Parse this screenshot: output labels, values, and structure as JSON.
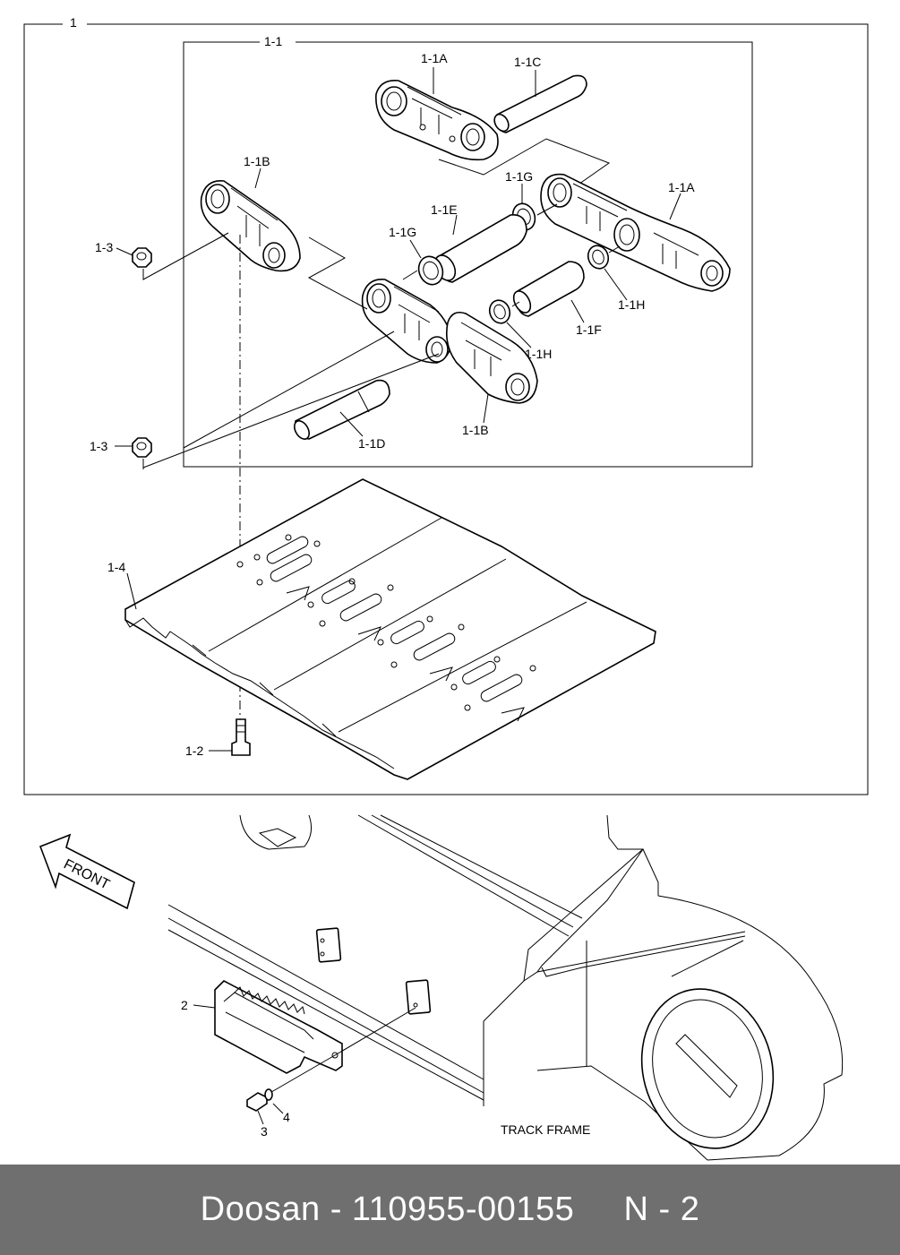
{
  "diagram": {
    "labels": {
      "assembly": "1",
      "subassembly": "1-1",
      "link_a_top": "1-1A",
      "pin_c": "1-1C",
      "link_b_left": "1-1B",
      "nut_top": "1-3",
      "link_a_right": "1-1A",
      "seal_g_right": "1-1G",
      "bushing_e": "1-1E",
      "seal_g_left": "1-1G",
      "seal_h_right": "1-1H",
      "spacer_f": "1-1F",
      "seal_h_left": "1-1H",
      "nut_bottom": "1-3",
      "pin_d": "1-1D",
      "link_b_bottom": "1-1B",
      "shoe": "1-4",
      "bolt": "1-2",
      "guard": "2",
      "screw": "3",
      "washer": "4",
      "track_frame": "TRACK FRAME",
      "front": "FRONT"
    }
  },
  "footer": {
    "text": "Doosan - 110955-00155     N - 2"
  }
}
